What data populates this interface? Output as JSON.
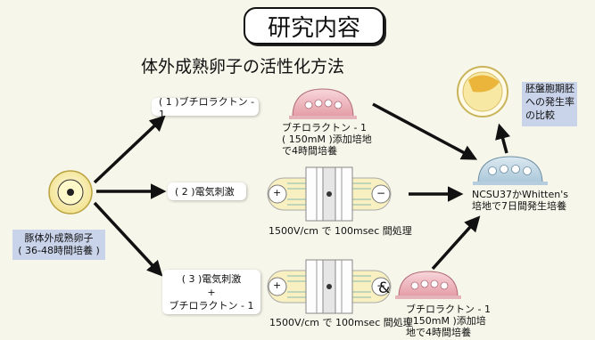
{
  "title": "研究内容",
  "subtitle": "体外成熟卵子の活性化方法",
  "source": {
    "line1": "豚体外成熟卵子",
    "line2": "( 36-48時間培養 )"
  },
  "methods": [
    {
      "label": "( 1 )ブチロラクトン - 1"
    },
    {
      "label": "( 2 )電気刺激"
    },
    {
      "line1": "( 3 )電気刺激",
      "line2": "+",
      "line3": "ブチロラクトン - 1"
    }
  ],
  "dish1": {
    "line1": "ブチロラクトン - 1",
    "line2": "( 150mM )添加培地",
    "line3": "で4時間培養"
  },
  "pulse1": "1500V/cm で 100msec 間処理",
  "pulse2": "1500V/cm で 100msec 間処理",
  "ampersand": "&",
  "dish3": {
    "line1": "ブチロラクトン - 1",
    "line2": "( 150mM )添加培",
    "line3": "地で4時間培養"
  },
  "culture": {
    "line1": "NCSU37かWhitten's",
    "line2": "培地で7日間発生培養"
  },
  "outcome": {
    "line1": "胚盤胞期胚",
    "line2": "への発生率",
    "line3": "の比較"
  },
  "electrode_plus": "+",
  "electrode_minus": "−",
  "colors": {
    "background": "#f6f6ea",
    "dish_pink": "#f2c3c8",
    "dish_blue": "#c8dbe8",
    "label_blue": "#c9d3ea",
    "egg_yellow": "#f5e79a",
    "egg_orange": "#eab53a",
    "electrode_yellow": "#f8f0c0"
  }
}
